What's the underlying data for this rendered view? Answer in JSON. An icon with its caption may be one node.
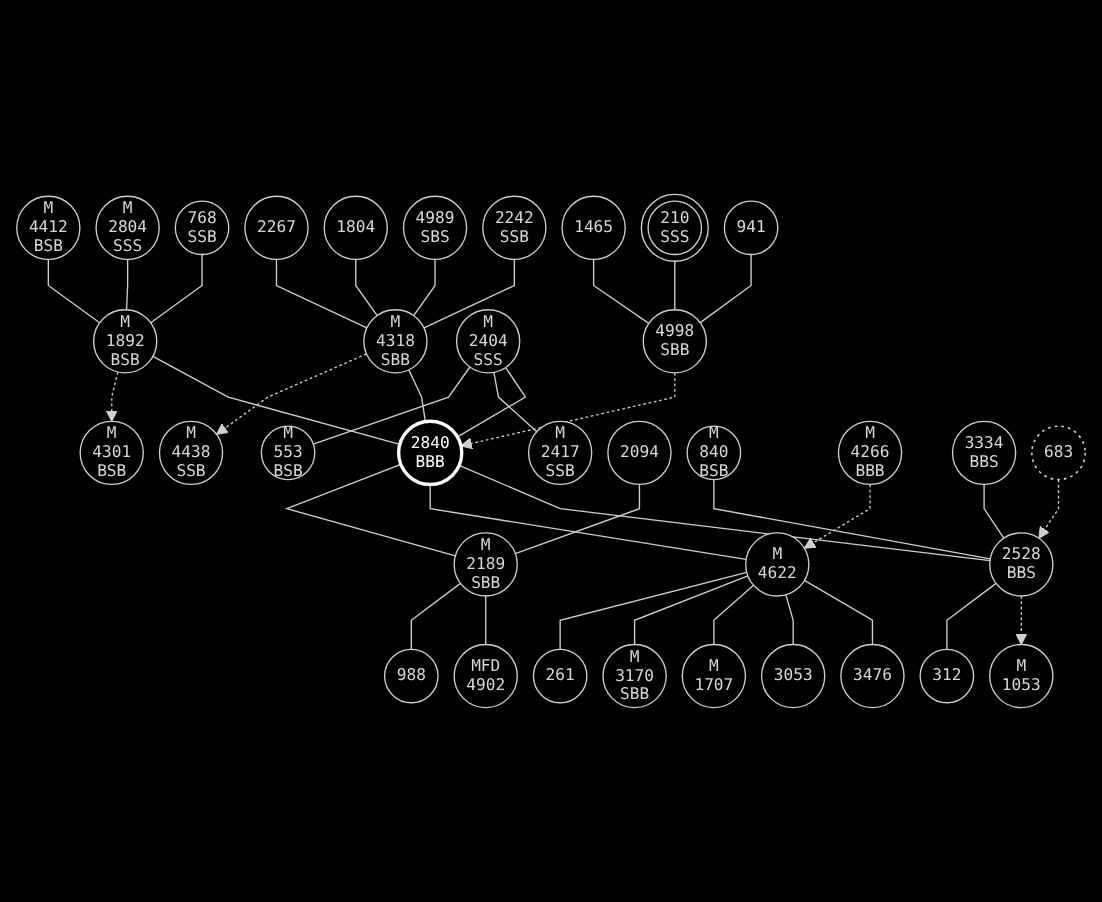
{
  "diagram": {
    "nodes": [
      {
        "text": [
          "M",
          "4412",
          "BSB"
        ]
      },
      {
        "text": [
          "M",
          "4438",
          "SSB"
        ]
      },
      {
        "text": [
          "M",
          "2804",
          "SSS"
        ]
      },
      {
        "text": [
          "2267"
        ]
      },
      {
        "text": [
          "1465"
        ]
      },
      {
        "text": [
          "2242",
          "SSB"
        ]
      },
      {
        "text": [
          "1804"
        ]
      },
      {
        "text": [
          "4989",
          "SBS"
        ]
      },
      {
        "text": [
          "M",
          "4301",
          "BSB"
        ]
      },
      {
        "text": [
          "768",
          "SSB"
        ]
      },
      {
        "text": [
          "M",
          "4318",
          "SBB"
        ]
      },
      {
        "text": [
          "M",
          "553",
          "BSB"
        ]
      },
      {
        "text": [
          "210",
          "SSS"
        ]
      },
      {
        "text": [
          "M",
          "1892",
          "BSB"
        ]
      },
      {
        "text": [
          "M",
          "2404",
          "SSS"
        ]
      },
      {
        "text": [
          "M",
          "2417",
          "SSB"
        ]
      },
      {
        "text": [
          "941"
        ]
      },
      {
        "text": [
          "4998",
          "SBB"
        ]
      },
      {
        "text": [
          "2840",
          "BBB"
        ]
      },
      {
        "text": [
          "2094"
        ]
      },
      {
        "text": [
          "M",
          "840",
          "BSB"
        ]
      },
      {
        "text": [
          "2528",
          "BBS"
        ]
      },
      {
        "text": [
          "M",
          "2189",
          "SBB"
        ]
      },
      {
        "text": [
          "M",
          "4266",
          "BBB"
        ]
      },
      {
        "text": [
          "3334",
          "BBS"
        ]
      },
      {
        "text": [
          "312"
        ]
      },
      {
        "text": [
          "M",
          "4622"
        ]
      },
      {
        "text": [
          "988"
        ]
      },
      {
        "text": [
          "683"
        ]
      },
      {
        "text": [
          "261"
        ]
      },
      {
        "text": [
          "M",
          "3170",
          "SBB"
        ]
      },
      {
        "text": [
          "M",
          "1053"
        ]
      },
      {
        "text": [
          "M",
          "1707"
        ]
      },
      {
        "text": [
          "MFD",
          "4902"
        ]
      },
      {
        "text": [
          "3476"
        ]
      },
      {
        "text": [
          "3053"
        ]
      }
    ],
    "edges": [
      {
        "from": 0,
        "to": 13,
        "arrow": "none"
      },
      {
        "from": 2,
        "to": 13,
        "arrow": "none"
      },
      {
        "from": 9,
        "to": 13,
        "arrow": "none"
      },
      {
        "from": 13,
        "to": 8,
        "arrow": "to",
        "style": "dashed"
      },
      {
        "from": 13,
        "to": 18,
        "arrow": "none"
      },
      {
        "from": 4,
        "to": 17,
        "arrow": "none"
      },
      {
        "from": 12,
        "to": 17,
        "arrow": "none"
      },
      {
        "from": 16,
        "to": 17,
        "arrow": "none"
      },
      {
        "from": 17,
        "to": 18,
        "arrow": "to",
        "style": "dashed"
      },
      {
        "from": 3,
        "to": 10,
        "arrow": "none"
      },
      {
        "from": 10,
        "to": 1,
        "arrow": "to",
        "style": "dashed"
      },
      {
        "from": 6,
        "to": 10,
        "arrow": "none"
      },
      {
        "from": 7,
        "to": 10,
        "arrow": "none"
      },
      {
        "from": 5,
        "to": 10,
        "arrow": "none"
      },
      {
        "from": 10,
        "to": 18,
        "arrow": "none"
      },
      {
        "from": 14,
        "to": 11,
        "arrow": "none"
      },
      {
        "from": 14,
        "to": 15,
        "arrow": "none"
      },
      {
        "from": 14,
        "to": 18,
        "arrow": "none"
      },
      {
        "from": 18,
        "to": 22,
        "arrow": "none"
      },
      {
        "from": 19,
        "to": 22,
        "arrow": "none"
      },
      {
        "from": 22,
        "to": 27,
        "arrow": "none"
      },
      {
        "from": 22,
        "to": 33,
        "arrow": "none"
      },
      {
        "from": 23,
        "to": 26,
        "arrow": "to",
        "style": "dashed"
      },
      {
        "from": 18,
        "to": 26,
        "arrow": "none"
      },
      {
        "from": 26,
        "to": 29,
        "arrow": "none"
      },
      {
        "from": 26,
        "to": 30,
        "arrow": "none"
      },
      {
        "from": 26,
        "to": 32,
        "arrow": "none"
      },
      {
        "from": 26,
        "to": 35,
        "arrow": "none"
      },
      {
        "from": 26,
        "to": 34,
        "arrow": "none"
      },
      {
        "from": 18,
        "to": 21,
        "arrow": "none"
      },
      {
        "from": 20,
        "to": 21,
        "arrow": "none"
      },
      {
        "from": 24,
        "to": 21,
        "arrow": "none"
      },
      {
        "from": 21,
        "to": 25,
        "arrow": "none"
      },
      {
        "from": 28,
        "to": 21,
        "arrow": "to",
        "style": "dashed"
      },
      {
        "from": 21,
        "to": 31,
        "arrow": "to",
        "style": "dashed"
      }
    ]
  }
}
